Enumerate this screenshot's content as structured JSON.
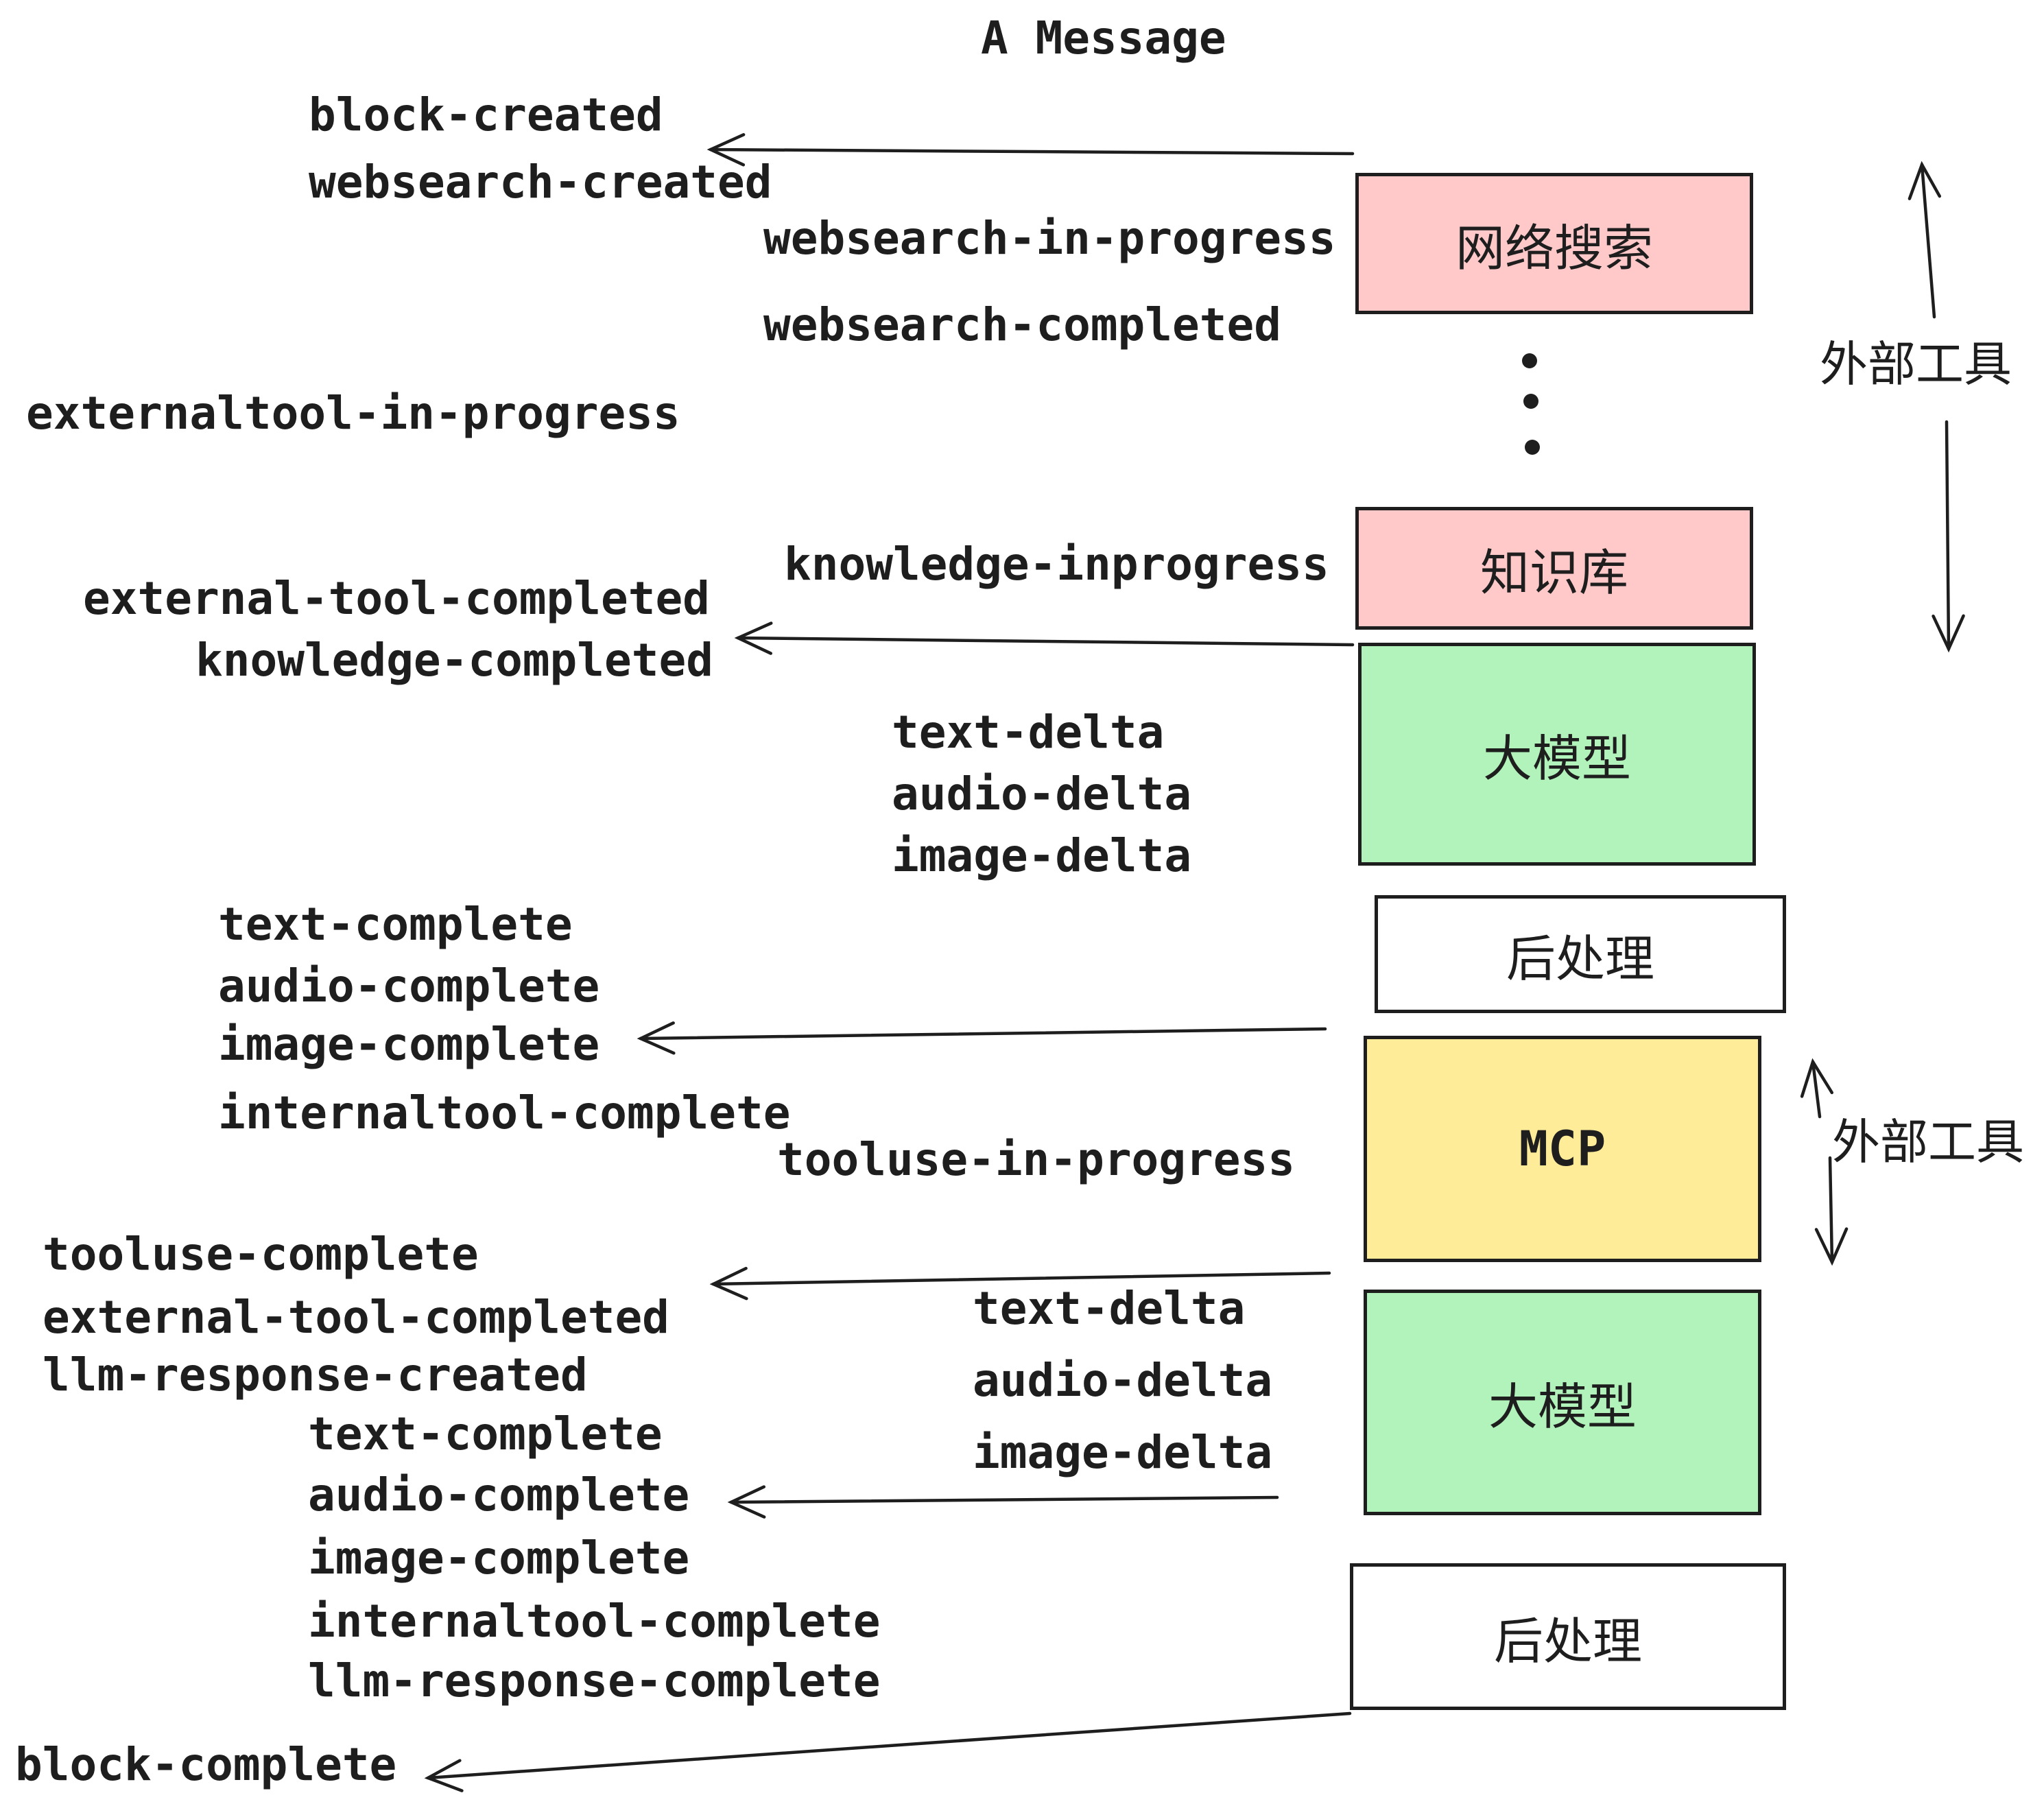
{
  "title": "A Message",
  "events": {
    "block_created": "block-created",
    "websearch_created": "websearch-created",
    "websearch_in_progress": "websearch-in-progress",
    "websearch_completed": "websearch-completed",
    "externaltool_in_progress": "externaltool-in-progress",
    "knowledge_inprogress": "knowledge-inprogress",
    "external_tool_completed_top": "external-tool-completed",
    "knowledge_completed": "knowledge-completed",
    "text_delta_top": "text-delta",
    "audio_delta_top": "audio-delta",
    "image_delta_top": "image-delta",
    "text_complete_top": "text-complete",
    "audio_complete_top": "audio-complete",
    "image_complete_top": "image-complete",
    "internaltool_complete_top": "internaltool-complete",
    "tooluse_in_progress": "tooluse-in-progress",
    "tooluse_complete": "tooluse-complete",
    "external_tool_completed_bottom": "external-tool-completed",
    "llm_response_created": "llm-response-created",
    "text_delta_bottom": "text-delta",
    "audio_delta_bottom": "audio-delta",
    "image_delta_bottom": "image-delta",
    "text_complete_bottom": "text-complete",
    "audio_complete_bottom": "audio-complete",
    "image_complete_bottom": "image-complete",
    "internaltool_complete_bottom": "internaltool-complete",
    "llm_response_complete": "llm-response-complete",
    "block_complete": "block-complete"
  },
  "boxes": {
    "websearch": {
      "label": "网络搜索",
      "fill": "#ffc9c9"
    },
    "knowledge": {
      "label": "知识库",
      "fill": "#ffc9c9"
    },
    "llm_top": {
      "label": "大模型",
      "fill": "#b2f2bb"
    },
    "post_top": {
      "label": "后处理",
      "fill": "#ffffff"
    },
    "mcp": {
      "label": "MCP",
      "fill": "#ffec99"
    },
    "llm_bottom": {
      "label": "大模型",
      "fill": "#b2f2bb"
    },
    "post_bottom": {
      "label": "后处理",
      "fill": "#ffffff"
    }
  },
  "side_labels": {
    "external_tools_top": "外部工具",
    "external_tools_bottom": "外部工具"
  },
  "colors": {
    "stroke": "#1e1e1e",
    "pink": "#ffc9c9",
    "green": "#b2f2bb",
    "yellow": "#ffec99",
    "white": "#ffffff",
    "background": "#ffffff"
  }
}
